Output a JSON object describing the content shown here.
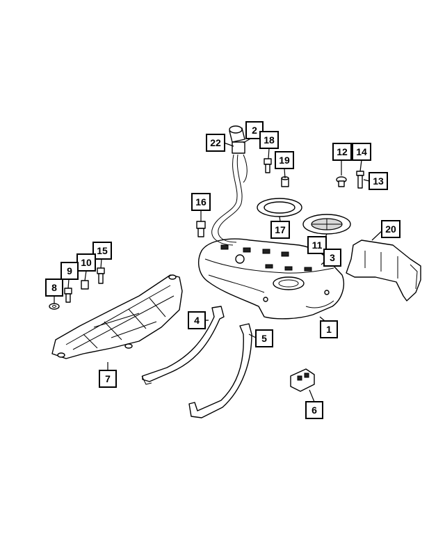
{
  "labels": {
    "l1": "1",
    "l2": "2",
    "l3": "3",
    "l4": "4",
    "l5": "5",
    "l6": "6",
    "l7": "7",
    "l8": "8",
    "l9": "9",
    "l10": "10",
    "l11": "11",
    "l12": "12",
    "l13": "13",
    "l14": "14",
    "l15": "15",
    "l16": "16",
    "l17": "17",
    "l18": "18",
    "l19": "19",
    "l20": "20",
    "l22": "22"
  },
  "colors": {
    "line": "#000000",
    "background": "#ffffff"
  }
}
